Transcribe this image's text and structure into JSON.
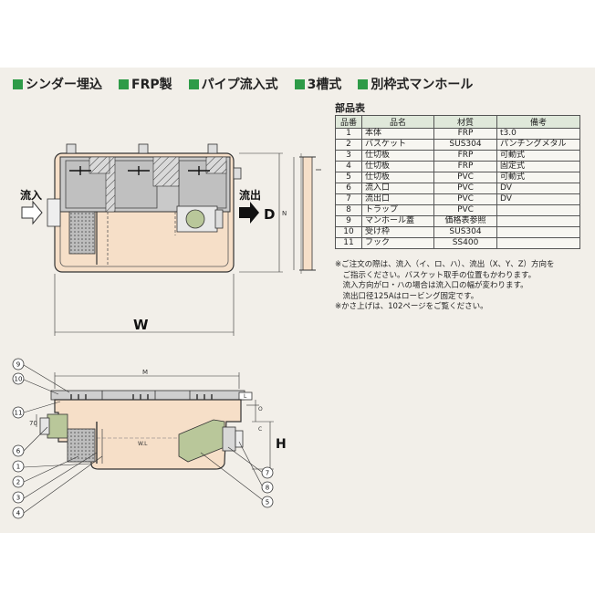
{
  "features": [
    "シンダー埋込",
    "FRP製",
    "パイプ流入式",
    "3槽式",
    "別枠式マンホール"
  ],
  "parts_table": {
    "title": "部品表",
    "headers": [
      "品番",
      "品名",
      "材質",
      "備考"
    ],
    "rows": [
      [
        "1",
        "本体",
        "FRP",
        "t3.0"
      ],
      [
        "2",
        "バスケット",
        "SUS304",
        "パンチングメタル"
      ],
      [
        "3",
        "仕切板",
        "FRP",
        "可動式"
      ],
      [
        "4",
        "仕切板",
        "FRP",
        "固定式"
      ],
      [
        "5",
        "仕切板",
        "PVC",
        "可動式"
      ],
      [
        "6",
        "流入口",
        "PVC",
        "DV"
      ],
      [
        "7",
        "流出口",
        "PVC",
        "DV"
      ],
      [
        "8",
        "トラップ",
        "PVC",
        ""
      ],
      [
        "9",
        "マンホール蓋",
        "価格表参照",
        ""
      ],
      [
        "10",
        "受け枠",
        "SUS304",
        ""
      ],
      [
        "11",
        "フック",
        "SS400",
        ""
      ]
    ]
  },
  "notes": [
    "※ご注文の際は、流入（イ、ロ、ハ）、流出（X、Y、Z）方向を",
    "　ご指示ください。バスケット取手の位置もかわります。",
    "　流入方向がロ・ハの場合は流入口の幅が変わります。",
    "　流出口径125Aはロービング固定です。",
    "※かさ上げは、102ページをご覧ください。"
  ],
  "plan_view": {
    "inflow_label": "流入",
    "outflow_label": "流出",
    "dim_D": "D",
    "dim_W": "W",
    "dim_N": "N"
  },
  "section_view": {
    "dim_M": "M",
    "dim_H": "H",
    "dim_70": "70",
    "dim_L": "L",
    "dim_O": "O",
    "dim_C": "C",
    "water_level": "W.L",
    "callouts": [
      "9",
      "10",
      "11",
      "6",
      "1",
      "2",
      "3",
      "4",
      "7",
      "8",
      "5"
    ]
  },
  "colors": {
    "accent_green": "#2e9b48",
    "tank_fill": "#f6dfc8",
    "cover_fill": "#c9c9c9",
    "panel_bg": "#f2efe9"
  }
}
